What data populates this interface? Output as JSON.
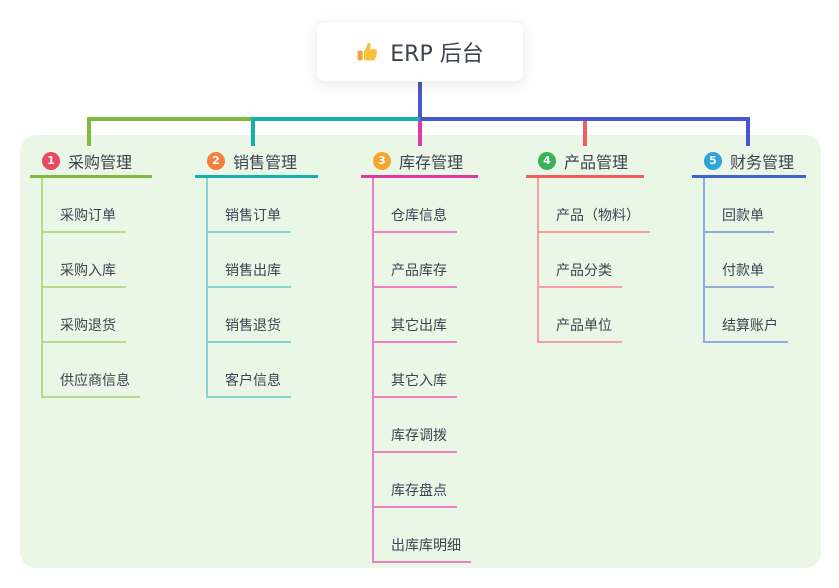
{
  "root": {
    "label": "ERP 后台",
    "icon": "thumbs-up-icon"
  },
  "colors": {
    "panel_bg": "#ebf7e6",
    "tree_blue": "#4857ce",
    "text": "#3d4252",
    "root_card_bg": "#ffffff"
  },
  "branches": [
    {
      "num": "1",
      "label": "采购管理",
      "badge_color": "#ea4b63",
      "accent": "#7eba3e",
      "light": "#b7d98c",
      "items": [
        "采购订单",
        "采购入库",
        "采购退货",
        "供应商信息"
      ]
    },
    {
      "num": "2",
      "label": "销售管理",
      "badge_color": "#f47f3e",
      "accent": "#14b1ab",
      "light": "#83d5cd",
      "items": [
        "销售订单",
        "销售出库",
        "销售退货",
        "客户信息"
      ]
    },
    {
      "num": "3",
      "label": "库存管理",
      "badge_color": "#f6a62b",
      "accent": "#e0399f",
      "light": "#ee7fc1",
      "items": [
        "仓库信息",
        "产品库存",
        "其它出库",
        "其它入库",
        "库存调拨",
        "库存盘点",
        "出库库明细"
      ]
    },
    {
      "num": "4",
      "label": "产品管理",
      "badge_color": "#38b457",
      "accent": "#f15c5e",
      "light": "#f79fa0",
      "items": [
        "产品（物料）",
        "产品分类",
        "产品单位"
      ]
    },
    {
      "num": "5",
      "label": "财务管理",
      "badge_color": "#2ba4dc",
      "accent": "#3e63cf",
      "light": "#93acdf",
      "items": [
        "回款单",
        "付款单",
        "结算账户"
      ]
    }
  ]
}
